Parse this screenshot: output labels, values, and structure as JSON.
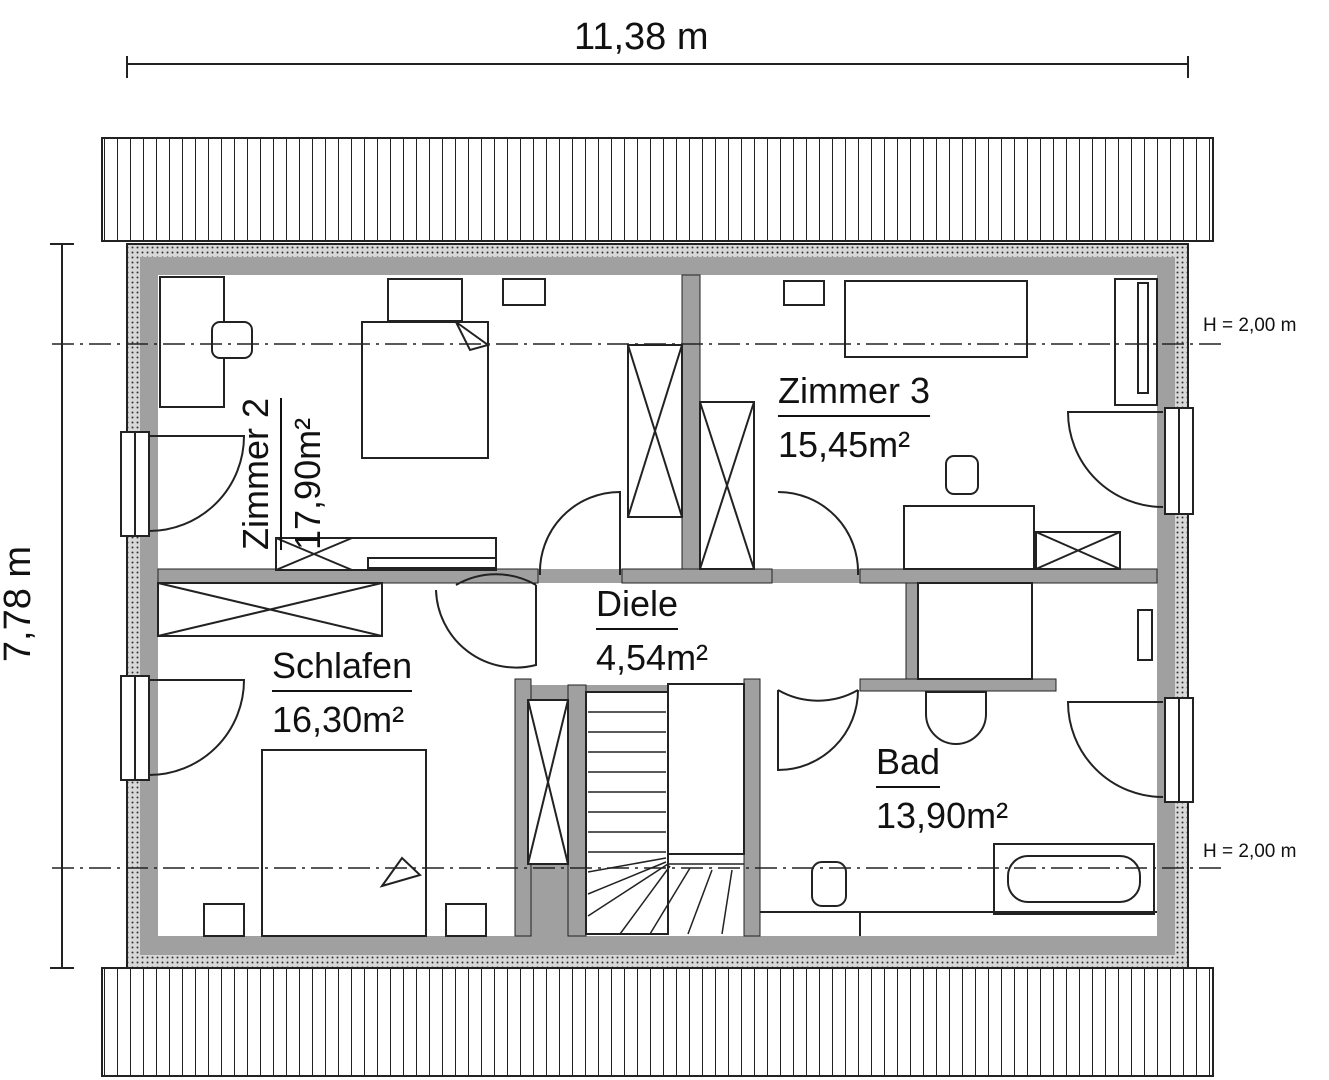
{
  "plan": {
    "width_dimension": "11,38 m",
    "depth_dimension": "7,78 m",
    "height_notes": [
      "H = 2,00 m",
      "H = 2,00 m"
    ]
  },
  "rooms": {
    "zimmer2": {
      "name": "Zimmer 2",
      "area": "17,90m²"
    },
    "zimmer3": {
      "name": "Zimmer 3",
      "area": "15,45m²"
    },
    "diele": {
      "name": "Diele",
      "area": "4,54m²"
    },
    "schlafen": {
      "name": "Schlafen",
      "area": "16,30m²"
    },
    "bad": {
      "name": "Bad",
      "area": "13,90m²"
    }
  },
  "colors": {
    "wall": "#a0a0a0",
    "line": "#1a1a1a",
    "background": "#ffffff"
  }
}
